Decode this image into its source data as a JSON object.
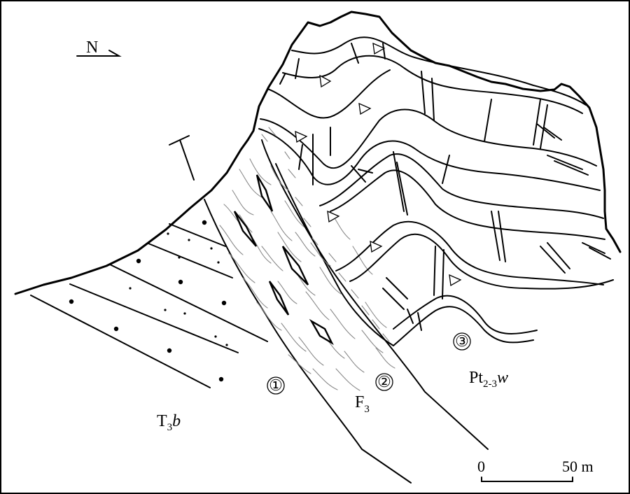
{
  "north_label": "N",
  "strata": {
    "t3b": {
      "main": "T",
      "sub": "3",
      "tail": "b"
    },
    "fault": {
      "main": "F",
      "sub": "3"
    },
    "pt": {
      "main": "Pt",
      "sub": "2-3",
      "tail": "w"
    }
  },
  "markers": [
    "①",
    "②",
    "③"
  ],
  "scale_bar": {
    "start": "0",
    "end": "50 m"
  }
}
